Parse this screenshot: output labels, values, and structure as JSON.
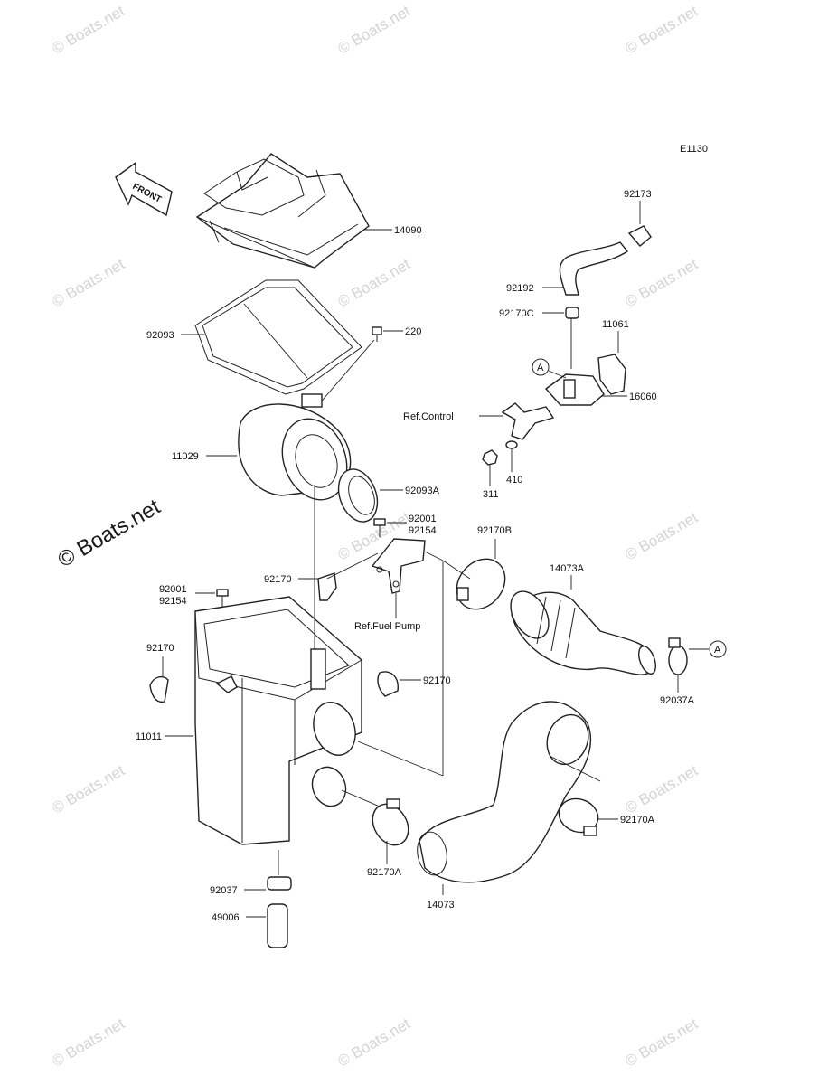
{
  "diagram_code": "E1130",
  "front_label": "FRONT",
  "circle_ref": "A",
  "watermark": "© Boats.net",
  "labels": {
    "p14090": "14090",
    "p92093": "92093",
    "p220": "220",
    "p11029": "11029",
    "p92093A": "92093A",
    "p92001_right_a": "92001",
    "p92001_right_b": "92154",
    "p92001_left_a": "92001",
    "p92001_left_b": "92154",
    "p92170_top": "92170",
    "p92170_left": "92170",
    "p92170_right": "92170",
    "p11011": "11011",
    "p92037": "92037",
    "p49006": "49006",
    "p92170CA": "92170A",
    "p14073": "14073",
    "p92170A": "92170A",
    "p92170B": "92170B",
    "p14073A": "14073A",
    "p92037A": "92037A",
    "p92173": "92173",
    "p92192": "92192",
    "p92170C": "92170C",
    "p11061": "11061",
    "p16060": "16060",
    "p311": "311",
    "p410": "410",
    "ref_control": "Ref.Control",
    "ref_fuel_pump": "Ref.Fuel Pump"
  }
}
